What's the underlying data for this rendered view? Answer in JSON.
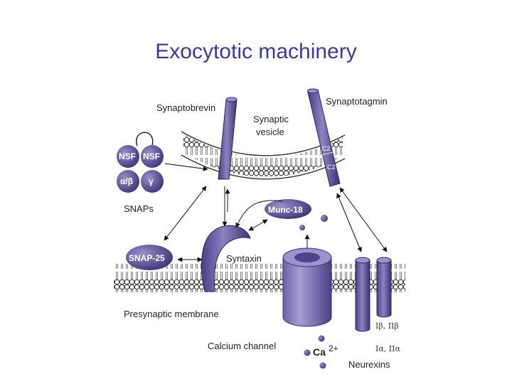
{
  "title": "Exocytotic machinery",
  "labels": {
    "synaptobrevin": "Synaptobrevin",
    "synaptic": "Synaptic",
    "vesicle": "vesicle",
    "synaptotagmin": "Synaptotagmin",
    "c2a": "C2",
    "c2b": "C2",
    "nsf1": "NSF",
    "nsf2": "NSF",
    "alpha_beta": "α/β",
    "gamma": "γ",
    "snaps": "SNAPs",
    "munc18": "Munc-18",
    "snap25": "SNAP-25",
    "syntaxin": "Syntaxin",
    "presynaptic_membrane": "Presynaptic membrane",
    "calcium_channel": "Calcium channel",
    "ca": "Ca",
    "ca_charge": "2+",
    "neurexin_upper": "Iβ, IIβ",
    "neurexin_lower": "Iα, IIα",
    "neurexins": "Neurexins"
  }
}
